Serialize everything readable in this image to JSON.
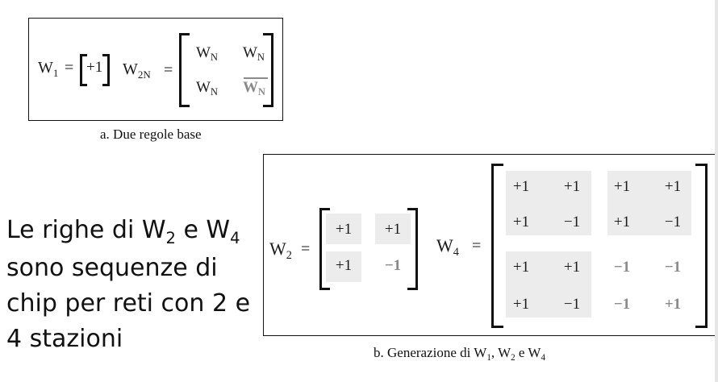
{
  "panel_a": {
    "w1_label": "W",
    "w1_sub": "1",
    "w1_eq": "=",
    "w1_value": "+1",
    "w2n_label": "W",
    "w2n_sub": "2N",
    "w2n_eq": "=",
    "matrix": [
      [
        "W",
        "W"
      ],
      [
        "W",
        "W"
      ]
    ],
    "matrix_sub": "N",
    "caption": "a. Due regole base"
  },
  "panel_b": {
    "w2_label": "W",
    "w2_sub": "2",
    "w2_eq": "=",
    "w2_matrix": [
      [
        "+1",
        "+1"
      ],
      [
        "+1",
        "−1"
      ]
    ],
    "w4_label": "W",
    "w4_sub": "4",
    "w4_eq": "=",
    "w4_matrix": [
      [
        "+1",
        "+1",
        "+1",
        "+1"
      ],
      [
        "+1",
        "−1",
        "+1",
        "−1"
      ],
      [
        "+1",
        "+1",
        "−1",
        "−1"
      ],
      [
        "+1",
        "−1",
        "−1",
        "+1"
      ]
    ],
    "caption_prefix": "b. Generazione di W",
    "caption_sub1": "1",
    "caption_mid1": ", W",
    "caption_sub2": "2",
    "caption_mid2": " e W",
    "caption_sub4": "4"
  },
  "side_text": {
    "line1_a": "Le righe di W",
    "line1_sub1": "2",
    "line1_b": " e W",
    "line1_sub2": "4",
    "line2": "sono sequenze di",
    "line3": "chip per reti con 2 e",
    "line4": "4 stazioni"
  }
}
